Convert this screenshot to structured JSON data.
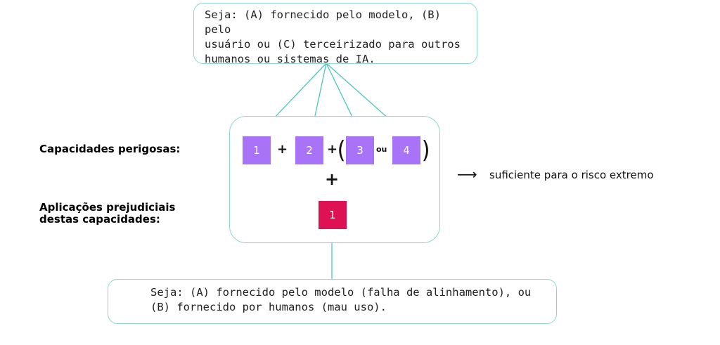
{
  "top_callout": {
    "text": "Seja: (A) fornecido pelo modelo, (B) pelo\nusuário ou (C) terceirizado para outros\nhumanos ou sistemas de IA."
  },
  "bottom_callout": {
    "text": "Seja: (A) fornecido pelo modelo (falha de alinhamento), ou\n(B) fornecido por humanos (mau uso)."
  },
  "labels": {
    "dangerous_capabilities": "Capacidades perigosas:",
    "harmful_applications": "Aplicações prejudiciais\ndestas capacidades:"
  },
  "capabilities": {
    "tiles": [
      "1",
      "2",
      "3",
      "4"
    ],
    "plus": "+",
    "open_paren": "(",
    "close_paren": ")",
    "or_word": "ou"
  },
  "combine_plus": "+",
  "application_tile": "1",
  "result": {
    "arrow": "⟶",
    "text": "suficiente para o risco extremo"
  },
  "colors": {
    "capability_tile": "#a873f6",
    "application_tile": "#df1155",
    "outline": "#8ed6cf",
    "connector": "#49c8bb"
  }
}
